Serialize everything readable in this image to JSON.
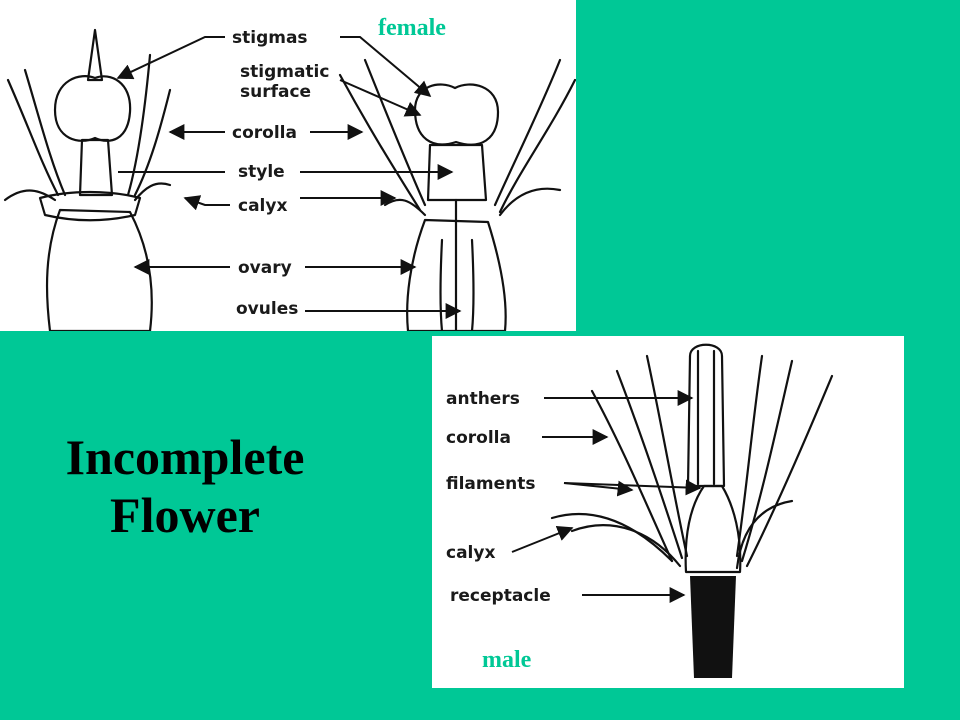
{
  "slide": {
    "title_lines": [
      "Incomplete",
      "Flower"
    ],
    "background_color": "#00C896",
    "accent_color": "#00C896"
  },
  "female": {
    "caption": "female",
    "labels": [
      "stigmas",
      "stigmatic",
      "surface",
      "corolla",
      "style",
      "calyx",
      "ovary",
      "ovules"
    ]
  },
  "male": {
    "caption": "male",
    "labels": [
      "anthers",
      "corolla",
      "filaments",
      "calyx",
      "receptacle"
    ]
  }
}
